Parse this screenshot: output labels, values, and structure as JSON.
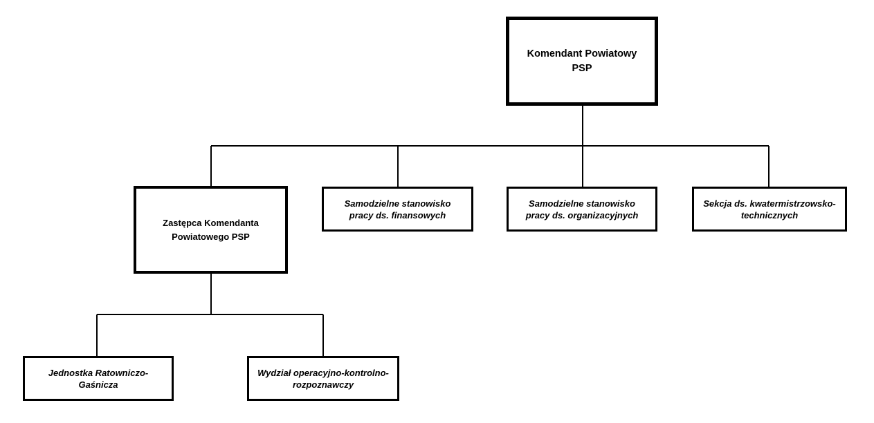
{
  "org_chart": {
    "head": {
      "line1": "Komendant Powiatowy",
      "line2": "PSP"
    },
    "deputy": {
      "line1": "Zastępca Komendanta",
      "line2": "Powiatowego PSP"
    },
    "direct_units": [
      {
        "line1": "Samodzielne stanowisko",
        "line2": "pracy ds. finansowych"
      },
      {
        "line1": "Samodzielne stanowisko",
        "line2": "pracy ds. organizacyjnych"
      },
      {
        "line1": "Sekcja ds. kwatermistrzowsko-",
        "line2": "technicznych"
      }
    ],
    "deputy_units": [
      {
        "line1": "Jednostka Ratowniczo-",
        "line2": "Gaśnicza"
      },
      {
        "line1": "Wydział operacyjno-kontrolno-",
        "line2": "rozpoznawczy"
      }
    ]
  },
  "style": {
    "line_color": "#000000",
    "box_background": "#ffffff"
  }
}
